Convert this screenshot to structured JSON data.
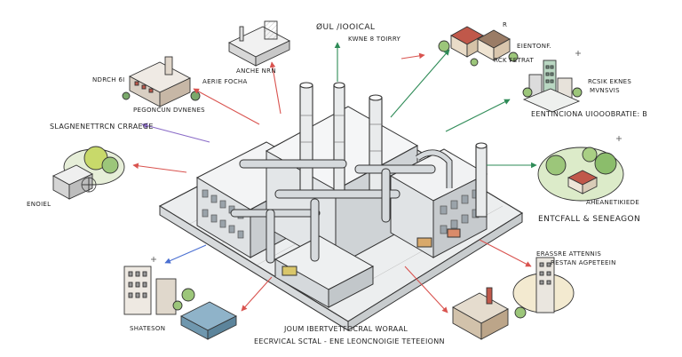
{
  "labels": {
    "top_title": "ØUL /IOOICAL",
    "top_sub": "KWNE 8 TOIRRY",
    "factory_top": "ANCHE NRN",
    "factory_left_a": "NDRCH 6I",
    "factory_left_b": "AERIE FOCHA",
    "factory_left_c": "PEGONCUN DVNENES",
    "left_mid": "SLAGNENETTRCN CRRAEGE",
    "left_bottom": "ENOIEL",
    "right_top_a": "EIENTONF.",
    "right_top_b": "RCK FETRAT",
    "right_mid_a": "RCSIK EKNES",
    "right_mid_b": "MVNSVIS",
    "right_mid_c": "EENTINCIONA UIOOOBRATIE: B",
    "right_green": "AHEANETIKIEDE",
    "right_lower": "ENTCFALL & SENEAGON",
    "right_bottom_a": "ERASSRE ATTENNIS",
    "right_bottom_b": "RESTAN AGPETEEIN",
    "bottom_left": "SHATESON",
    "bottom_center_a": "JOUM IBERTVETFOCRAL WORAAL",
    "bottom_center_b": "EECRVICAL SCTAL - ENE LEONCNOIGIE TETEEIONN",
    "corner_mark": "R"
  },
  "colors": {
    "ink": "#333333",
    "arrow_red": "#d9534f",
    "arrow_green": "#2e8b57",
    "arrow_blue": "#4a6fd1",
    "arrow_purple": "#8a6bc7",
    "foliage": "#9cc67a",
    "roof_red": "#c0584a",
    "pipe_gray": "#cfd3d6"
  }
}
